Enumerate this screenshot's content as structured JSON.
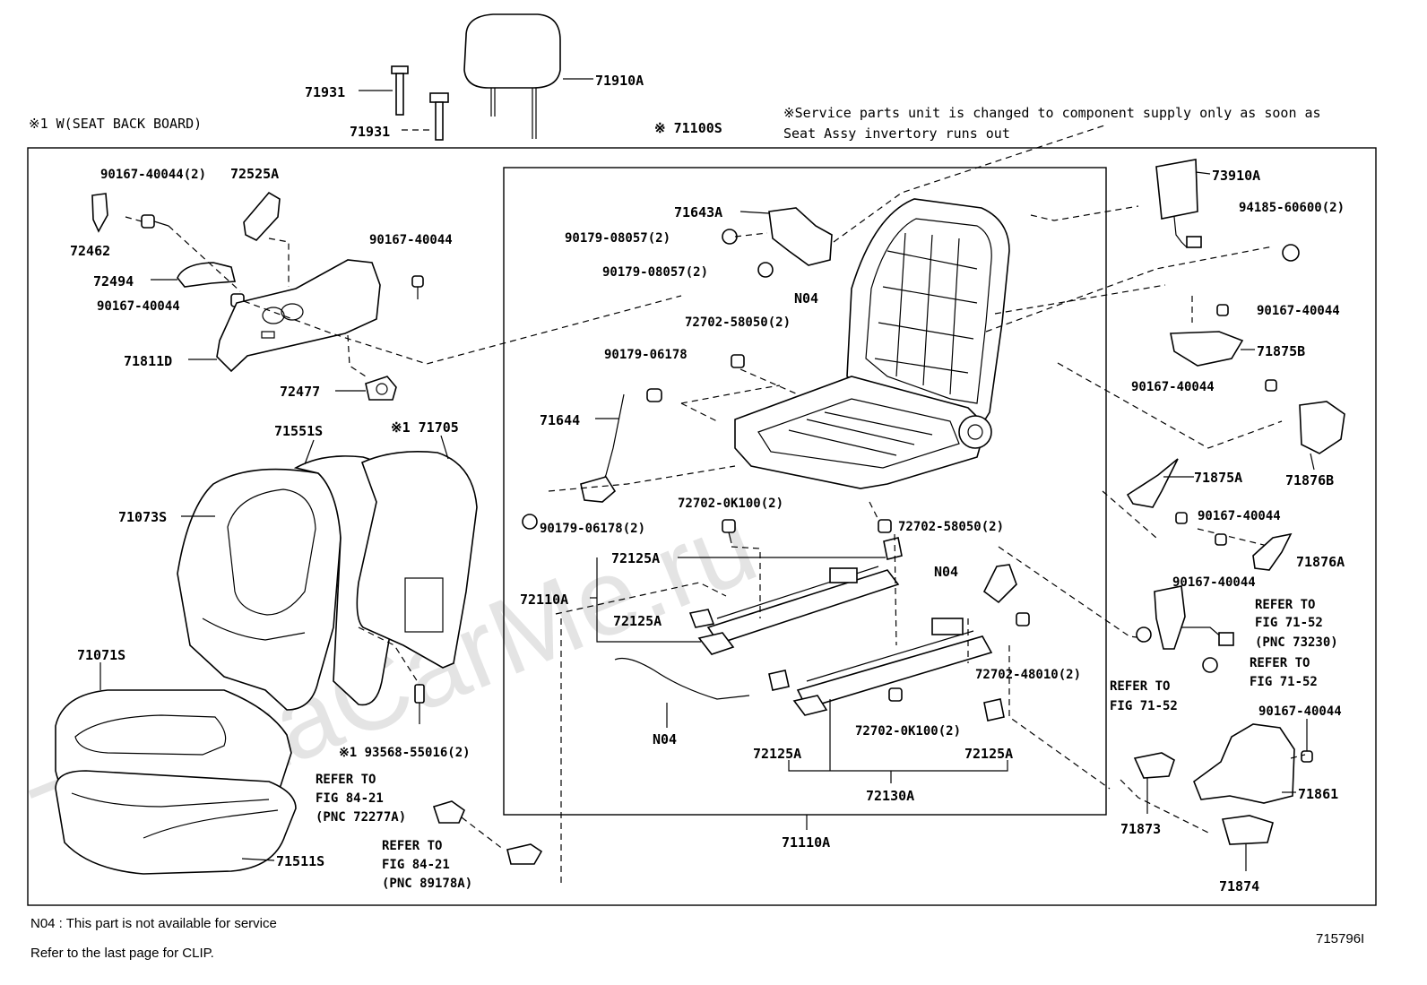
{
  "watermark": "ToyotaCarMe.ru",
  "notes": {
    "seat_back_board": "※1  W(SEAT BACK BOARD)",
    "service_line1": "※Service parts unit is changed to component supply only as soon as",
    "service_line2": "Seat Assy invertory runs out",
    "assy_label": "※ 71100S",
    "n04_note": "N04 : This part is not available for service",
    "clip_note": "Refer to the last page for CLIP.",
    "figure_id": "715796I"
  },
  "labels": {
    "l71931a": "71931",
    "l71931b": "71931",
    "l71910A": "71910A",
    "l90167_40044_2": "90167-40044(2)",
    "l72525A": "72525A",
    "l72462": "72462",
    "l72494": "72494",
    "l90167_left2": "90167-40044",
    "l90167_left3": "90167-40044",
    "l71811D": "71811D",
    "l72477": "72477",
    "l71551S": "71551S",
    "l71705": "※1 71705",
    "l71073S": "71073S",
    "l71071S": "71071S",
    "l93568": "※1 93568-55016(2)",
    "l71511S": "71511S",
    "refer84_a1": "REFER TO",
    "refer84_a2": "FIG 84-21",
    "refer84_a3": "(PNC 72277A)",
    "refer84_b1": "REFER TO",
    "refer84_b2": "FIG 84-21",
    "refer84_b3": "(PNC 89178A)",
    "l71643A": "71643A",
    "l90179_08057_a": "90179-08057(2)",
    "l90179_08057_b": "90179-08057(2)",
    "lN04_top": "N04",
    "l72702_58050_a": "72702-58050(2)",
    "l90179_06178": "90179-06178",
    "l71644": "71644",
    "l72702_0K100_a": "72702-0K100(2)",
    "l72702_58050_b": "72702-58050(2)",
    "l90179_06178_2": "90179-06178(2)",
    "l72125A_1": "72125A",
    "l72110A": "72110A",
    "l72125A_2": "72125A",
    "lN04_mid": "N04",
    "l72702_48010": "72702-48010(2)",
    "lN04_bottom": "N04",
    "l72702_0K100_b": "72702-0K100(2)",
    "l72125A_3": "72125A",
    "l72125A_4": "72125A",
    "l72130A": "72130A",
    "l71110A": "71110A",
    "l73910A": "73910A",
    "l94185": "94185-60600(2)",
    "l90167_r1": "90167-40044",
    "l71875B": "71875B",
    "l90167_r2": "90167-40044",
    "l71876B": "71876B",
    "l71875A": "71875A",
    "l90167_r3": "90167-40044",
    "l71876A": "71876A",
    "l90167_r4": "90167-40044",
    "refer71_a1": "REFER TO",
    "refer71_a2": "FIG 71-52",
    "refer71_a3": "(PNC 73230)",
    "refer71_b1": "REFER TO",
    "refer71_b2": "FIG 71-52",
    "refer71_c1": "REFER TO",
    "refer71_c2": "FIG 71-52",
    "l90167_r5": "90167-40044",
    "l71861": "71861",
    "l71873": "71873",
    "l71874": "71874"
  }
}
